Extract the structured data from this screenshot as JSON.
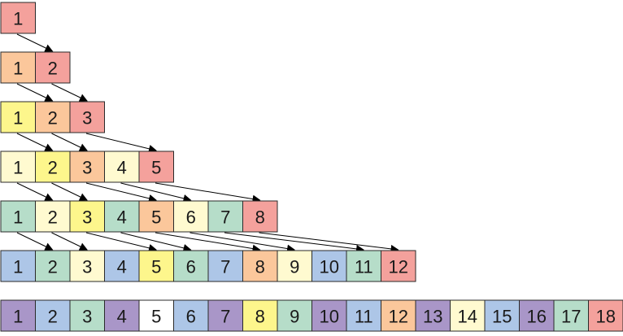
{
  "colors": {
    "red": "#f4a19c",
    "orange": "#fbc79b",
    "yellow": "#fdf68c",
    "cream": "#fffad0",
    "mint": "#b6ddc9",
    "blue": "#adc6e7",
    "purple": "#a996c8",
    "white": "#ffffff"
  },
  "rows": [
    {
      "cells": [
        {
          "label": "1",
          "color": "red"
        }
      ]
    },
    {
      "cells": [
        {
          "label": "1",
          "color": "orange"
        },
        {
          "label": "2",
          "color": "red"
        }
      ]
    },
    {
      "cells": [
        {
          "label": "1",
          "color": "yellow"
        },
        {
          "label": "2",
          "color": "orange"
        },
        {
          "label": "3",
          "color": "red"
        }
      ]
    },
    {
      "cells": [
        {
          "label": "1",
          "color": "cream"
        },
        {
          "label": "2",
          "color": "yellow"
        },
        {
          "label": "3",
          "color": "orange"
        },
        {
          "label": "4",
          "color": "cream"
        },
        {
          "label": "5",
          "color": "red"
        }
      ]
    },
    {
      "cells": [
        {
          "label": "1",
          "color": "mint"
        },
        {
          "label": "2",
          "color": "cream"
        },
        {
          "label": "3",
          "color": "yellow"
        },
        {
          "label": "4",
          "color": "mint"
        },
        {
          "label": "5",
          "color": "orange"
        },
        {
          "label": "6",
          "color": "cream"
        },
        {
          "label": "7",
          "color": "mint"
        },
        {
          "label": "8",
          "color": "red"
        }
      ]
    },
    {
      "cells": [
        {
          "label": "1",
          "color": "blue"
        },
        {
          "label": "2",
          "color": "mint"
        },
        {
          "label": "3",
          "color": "cream"
        },
        {
          "label": "4",
          "color": "blue"
        },
        {
          "label": "5",
          "color": "yellow"
        },
        {
          "label": "6",
          "color": "mint"
        },
        {
          "label": "7",
          "color": "blue"
        },
        {
          "label": "8",
          "color": "orange"
        },
        {
          "label": "9",
          "color": "cream"
        },
        {
          "label": "10",
          "color": "blue"
        },
        {
          "label": "11",
          "color": "mint"
        },
        {
          "label": "12",
          "color": "red"
        }
      ]
    },
    {
      "cells": [
        {
          "label": "1",
          "color": "purple"
        },
        {
          "label": "2",
          "color": "blue"
        },
        {
          "label": "3",
          "color": "mint"
        },
        {
          "label": "4",
          "color": "purple"
        },
        {
          "label": "5",
          "color": "white"
        },
        {
          "label": "6",
          "color": "blue"
        },
        {
          "label": "7",
          "color": "purple"
        },
        {
          "label": "8",
          "color": "yellow"
        },
        {
          "label": "9",
          "color": "mint"
        },
        {
          "label": "10",
          "color": "purple"
        },
        {
          "label": "11",
          "color": "blue"
        },
        {
          "label": "12",
          "color": "orange"
        },
        {
          "label": "13",
          "color": "purple"
        },
        {
          "label": "14",
          "color": "cream"
        },
        {
          "label": "15",
          "color": "blue"
        },
        {
          "label": "16",
          "color": "purple"
        },
        {
          "label": "17",
          "color": "mint"
        },
        {
          "label": "18",
          "color": "red"
        }
      ]
    }
  ],
  "arrows": [
    {
      "from_row": 0,
      "from_col": 0,
      "to_row": 1,
      "to_col": 1
    },
    {
      "from_row": 1,
      "from_col": 0,
      "to_row": 2,
      "to_col": 1
    },
    {
      "from_row": 1,
      "from_col": 1,
      "to_row": 2,
      "to_col": 2
    },
    {
      "from_row": 2,
      "from_col": 0,
      "to_row": 3,
      "to_col": 1
    },
    {
      "from_row": 2,
      "from_col": 1,
      "to_row": 3,
      "to_col": 2
    },
    {
      "from_row": 2,
      "from_col": 2,
      "to_row": 3,
      "to_col": 4
    },
    {
      "from_row": 3,
      "from_col": 0,
      "to_row": 4,
      "to_col": 1
    },
    {
      "from_row": 3,
      "from_col": 1,
      "to_row": 4,
      "to_col": 2
    },
    {
      "from_row": 3,
      "from_col": 2,
      "to_row": 4,
      "to_col": 4
    },
    {
      "from_row": 3,
      "from_col": 3,
      "to_row": 4,
      "to_col": 5
    },
    {
      "from_row": 3,
      "from_col": 4,
      "to_row": 4,
      "to_col": 7
    },
    {
      "from_row": 4,
      "from_col": 0,
      "to_row": 5,
      "to_col": 1
    },
    {
      "from_row": 4,
      "from_col": 1,
      "to_row": 5,
      "to_col": 2
    },
    {
      "from_row": 4,
      "from_col": 2,
      "to_row": 5,
      "to_col": 4
    },
    {
      "from_row": 4,
      "from_col": 3,
      "to_row": 5,
      "to_col": 5
    },
    {
      "from_row": 4,
      "from_col": 4,
      "to_row": 5,
      "to_col": 7
    },
    {
      "from_row": 4,
      "from_col": 5,
      "to_row": 5,
      "to_col": 8
    },
    {
      "from_row": 4,
      "from_col": 6,
      "to_row": 5,
      "to_col": 10
    },
    {
      "from_row": 4,
      "from_col": 7,
      "to_row": 5,
      "to_col": 11
    }
  ]
}
